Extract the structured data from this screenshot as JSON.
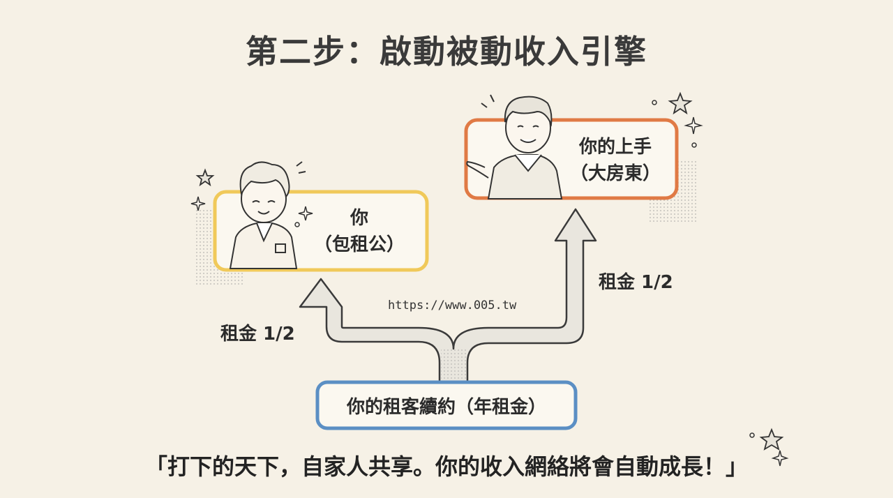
{
  "title": "第二步：啟動被動收入引擎",
  "left_box": {
    "line1": "你",
    "line2": "（包租公）"
  },
  "right_box": {
    "line1": "你的上手",
    "line2": "（大房東）"
  },
  "bottom_box": {
    "label": "你的租客續約（年租金）"
  },
  "left_rent": "租金 1/2",
  "right_rent": "租金 1/2",
  "url": "https://www.005.tw",
  "tagline": "「打下的天下，自家人共享。你的收入網絡將會自動成長！」",
  "colors": {
    "background": "#f6f1e6",
    "left_box_border": "#f0c95a",
    "right_box_border": "#e07a45",
    "bottom_box_border": "#5b8fc4",
    "arrow_fill": "#e9e6de",
    "arrow_stroke": "#3a3a3a"
  },
  "icons": [
    "young-man-illustration",
    "older-man-illustration",
    "star-icon",
    "sparkle-icon"
  ]
}
